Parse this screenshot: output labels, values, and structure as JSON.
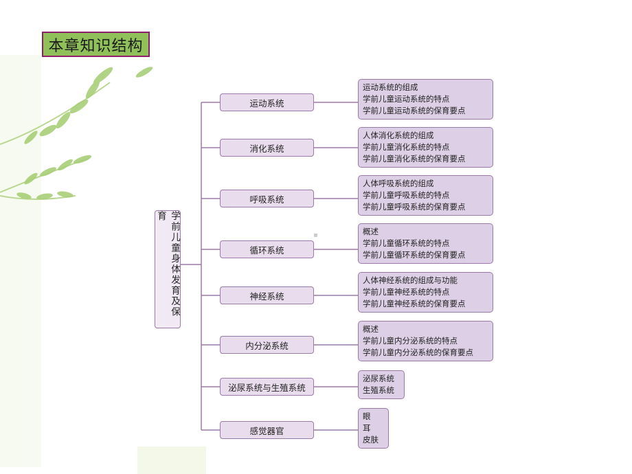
{
  "title": "本章知识结构",
  "root": "学前儿童身体发育及保育",
  "systems": [
    {
      "name": "运动系统",
      "details": [
        "运动系统的组成",
        "学前儿童运动系统的特点",
        "学前儿童运动系统的保育要点"
      ]
    },
    {
      "name": "消化系统",
      "details": [
        "人体消化系统的组成",
        "学前儿童消化系统的特点",
        "学前儿童消化系统的保育要点"
      ]
    },
    {
      "name": "呼吸系统",
      "details": [
        "人体呼吸系统的组成",
        "学前儿童呼吸系统的特点",
        "学前儿童呼吸系统的保育要点"
      ]
    },
    {
      "name": "循环系统",
      "details": [
        "概述",
        "学前儿童循环系统的特点",
        "学前儿童循环系统的保育要点"
      ]
    },
    {
      "name": "神经系统",
      "details": [
        "人体神经系统的组成与功能",
        "学前儿童神经系统的特点",
        "学前儿童神经系统的保育要点"
      ]
    },
    {
      "name": "内分泌系统",
      "details": [
        "概述",
        "学前儿童内分泌系统的特点",
        "学前儿童内分泌系统的保育要点"
      ]
    },
    {
      "name": "泌尿系统与生殖系统",
      "details": [
        "泌尿系统",
        "生殖系统"
      ]
    },
    {
      "name": "感觉器官",
      "details": [
        "眼",
        "耳",
        "皮肤"
      ]
    }
  ],
  "colors": {
    "title_bg": "#90c05a",
    "title_border": "#8d1e6e",
    "node_border": "#9b7aa9",
    "node_fill": "#e8dced",
    "detail_fill": "#ddd0e6"
  }
}
